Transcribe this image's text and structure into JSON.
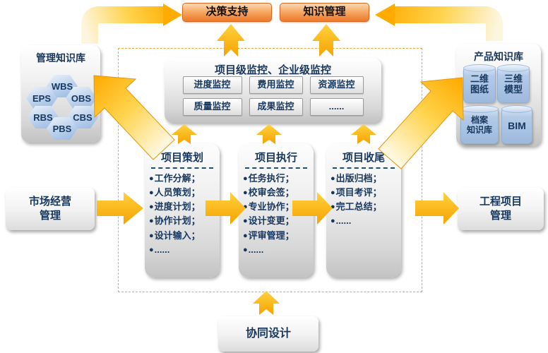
{
  "top_boxes": {
    "decision_support": "决策支持",
    "knowledge_management": "知识管理"
  },
  "management_kb": {
    "title": "管理知识库",
    "hexagons": [
      "WBS",
      "EPS",
      "OBS",
      "RBS",
      "CBS",
      "PBS"
    ]
  },
  "product_kb": {
    "title": "产品知识库",
    "stores": [
      {
        "lines": [
          "二维",
          "图纸"
        ]
      },
      {
        "lines": [
          "三维",
          "模型"
        ]
      },
      {
        "lines": [
          "档案",
          "知识库"
        ]
      },
      {
        "lines": [
          "BIM"
        ]
      }
    ]
  },
  "monitoring": {
    "title": "项目级监控、企业级监控",
    "buttons": [
      "进度监控",
      "费用监控",
      "资源监控",
      "质量监控",
      "成果监控",
      "......"
    ]
  },
  "phases": [
    {
      "title": "项目策划",
      "items": [
        "工作分解；",
        "人员策划；",
        "进度计划；",
        "协作计划；",
        "设计输入；",
        "......"
      ]
    },
    {
      "title": "项目执行",
      "items": [
        "任务执行；",
        "校审会签；",
        "专业协作；",
        "设计变更；",
        "评审管理；",
        "......"
      ]
    },
    {
      "title": "项目收尾",
      "items": [
        "出版归档；",
        "项目考评；",
        "完工总结；",
        "......"
      ]
    }
  ],
  "market_box": {
    "lines": [
      "市场经营",
      "管理"
    ]
  },
  "engineering_box": {
    "lines": [
      "工程项目",
      "管理"
    ]
  },
  "collaboration_box": {
    "label": "协同设计"
  },
  "colors": {
    "arrow_yellow": "#FFC000",
    "navy_text": "#17375E",
    "orange_box": "#ED7D31",
    "panel_gray": "#D9D9D9",
    "dashed_border": "#F2A73D",
    "blue_shape": "#9DB9DE"
  }
}
